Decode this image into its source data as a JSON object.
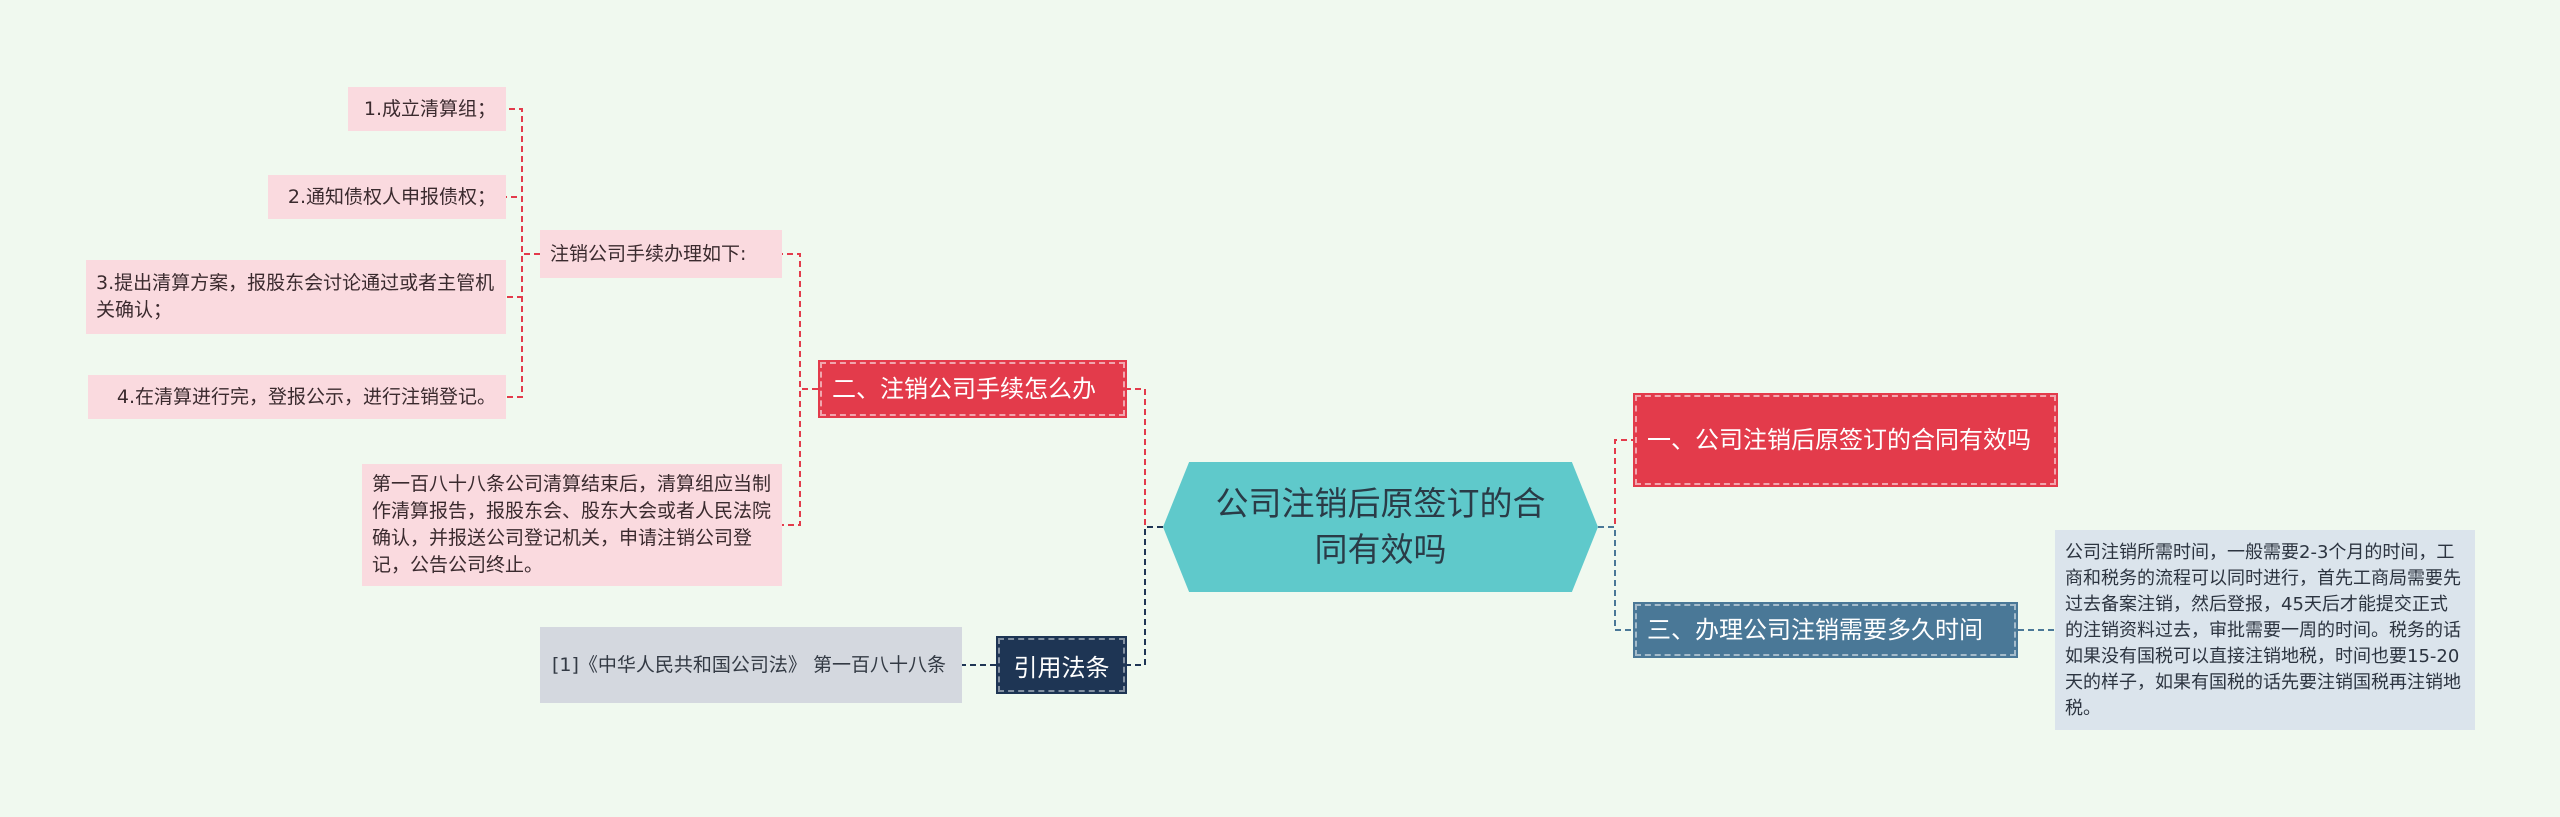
{
  "center": {
    "title": "公司注销后原签订的合同有效吗"
  },
  "branches": {
    "right_top": {
      "label": "一、公司注销后原签订的合同有效吗"
    },
    "right_bottom": {
      "label": "三、办理公司注销需要多久时间",
      "detail": "公司注销所需时间，一般需要2-3个月的时间，工商和税务的流程可以同时进行，首先工商局需要先过去备案注销，然后登报，45天后才能提交正式的注销资料过去，审批需要一周的时间。税务的话如果没有国税可以直接注销地税，时间也要15-20天的样子，如果有国税的话先要注销国税再注销地税。"
    },
    "left_top": {
      "label": "二、注销公司手续怎么办",
      "procedure": {
        "label": "注销公司手续办理如下:",
        "steps": [
          "1.成立清算组；",
          "2.通知债权人申报债权；",
          "3.提出清算方案，报股东会讨论通过或者主管机关确认；",
          "4.在清算进行完，登报公示，进行注销登记。"
        ]
      },
      "article": "第一百八十八条公司清算结束后，清算组应当制作清算报告，报股东会、股东大会或者人民法院确认，并报送公司登记机关，申请注销公司登记，公告公司终止。"
    },
    "left_bottom": {
      "label": "引用法条",
      "reference": "[1]《中华人民共和国公司法》 第一百八十八条"
    }
  },
  "colors": {
    "background": "#f0f9ef",
    "center": "#5fc9cb",
    "red": "#e33b4b",
    "blue": "#4a7897",
    "navy": "#1e3554",
    "pink": "#fadadf",
    "grey": "#d4d8df",
    "lightblue": "#dbe4ec"
  }
}
